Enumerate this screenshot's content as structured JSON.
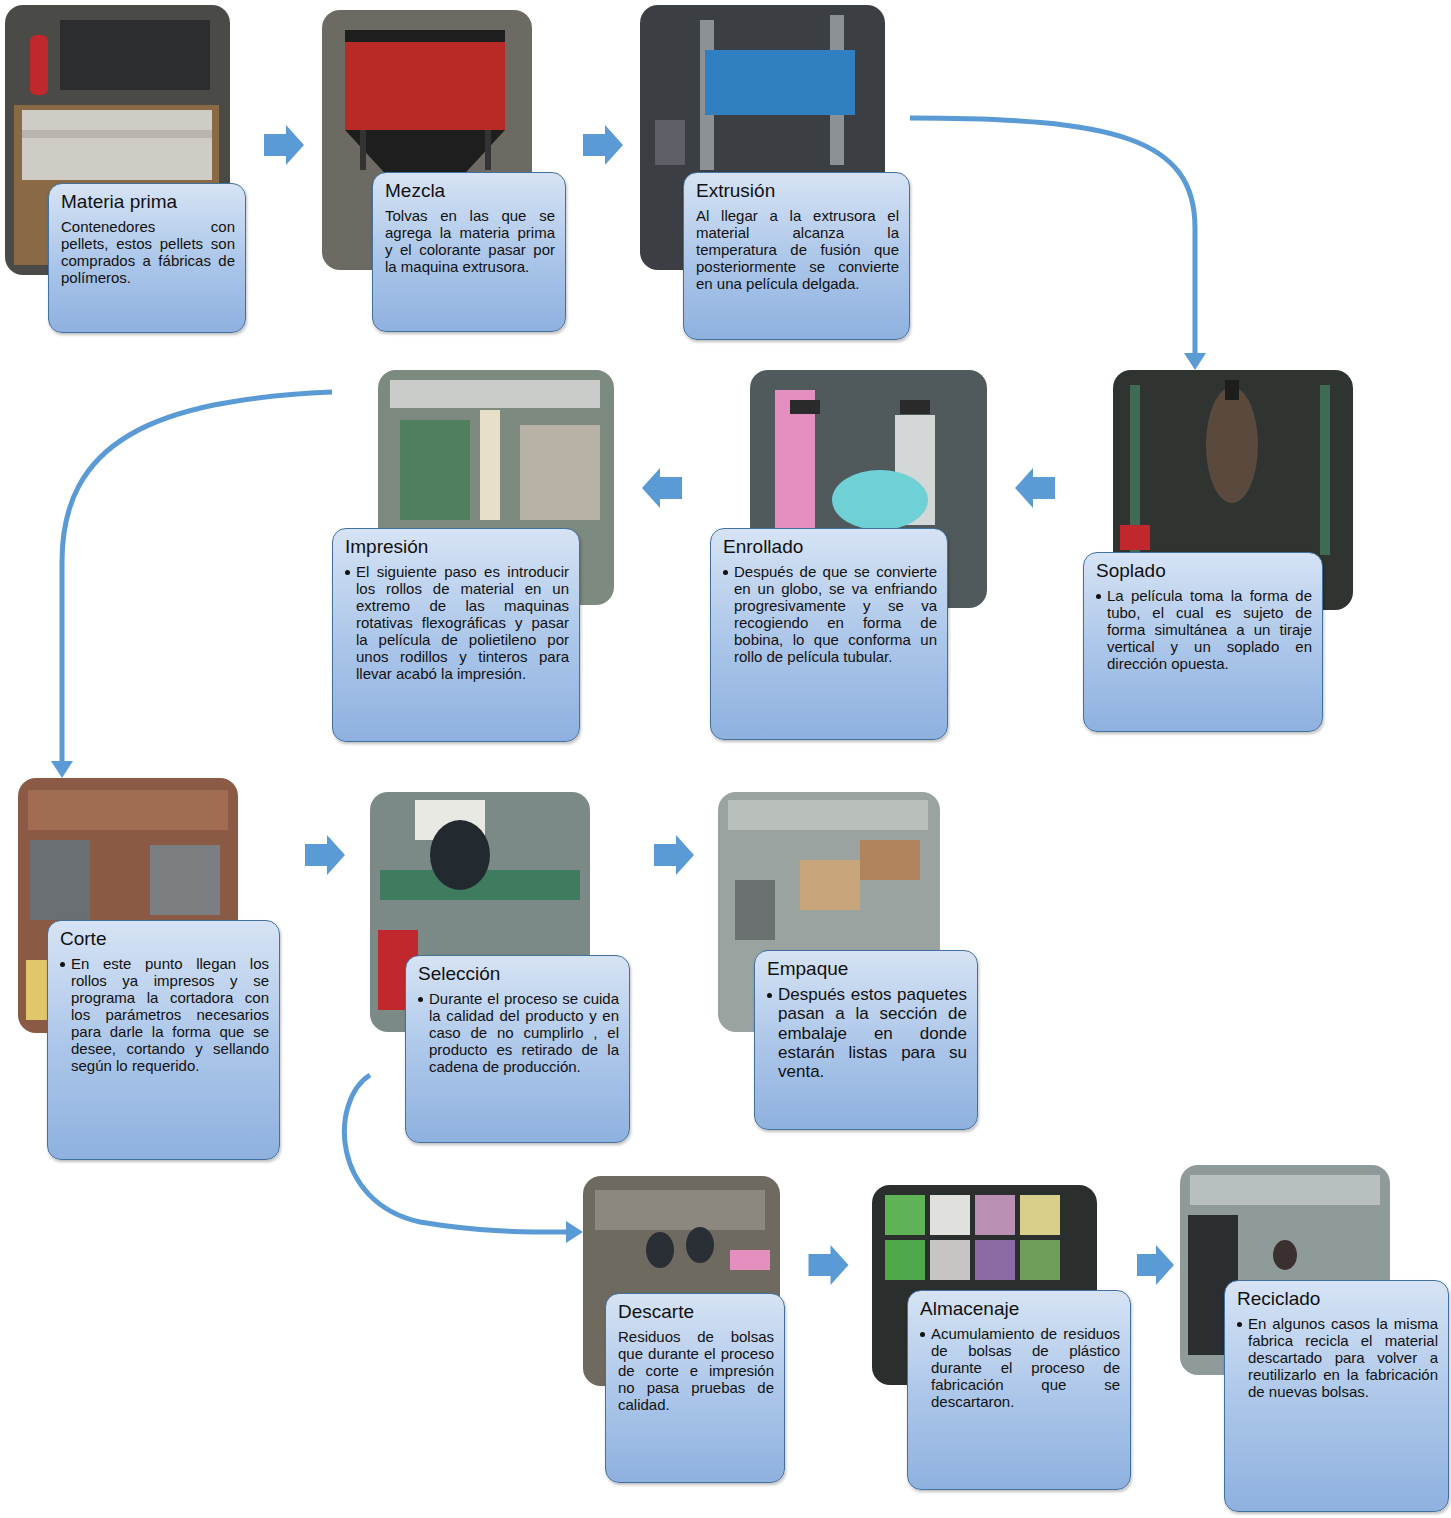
{
  "diagram": {
    "nodes": [
      {
        "text": [
          "Materia prima",
          "Contenedores con pellets, estos pellets son comprados a fábricas de polímeros."
        ]
      },
      {
        "text": [
          "Mezcla",
          "Tolvas en las que se agrega la materia prima y el colorante pasar por la maquina extrusora."
        ]
      },
      {
        "text": [
          "Extrusión",
          "Al llegar a la extrusora el material alcanza la temperatura de fusión que posteriormente se convierte en una película delgada."
        ]
      },
      {
        "text": [
          "Soplado",
          "La película toma la forma de tubo, el cual es sujeto de forma simultánea a un tiraje vertical y un soplado en dirección opuesta."
        ]
      },
      {
        "text": [
          "Enrollado",
          "Después de que se convierte en un globo, se va enfriando progresivamente y se va recogiendo en forma de bobina, lo que conforma un rollo de película tubular."
        ]
      },
      {
        "text": [
          "Impresión",
          "El siguiente paso es introducir los rollos de material en un extremo de las maquinas rotativas flexográficas y pasar la película de polietileno por unos rodillos y tinteros para llevar acabó la impresión."
        ]
      },
      {
        "text": [
          "Corte",
          "En este punto llegan los rollos ya impresos y se programa la cortadora con los parámetros necesarios para darle la forma que se desee, cortando y sellando según lo requerido."
        ]
      },
      {
        "text": [
          "Selección",
          "Durante el proceso se cuida la calidad del producto y en caso de no cumplirlo , el producto es retirado de la cadena de producción."
        ]
      },
      {
        "text": [
          "Empaque",
          "Después estos paquetes pasan a la sección de embalaje en donde estarán listas para su venta."
        ]
      },
      {
        "text": [
          "Descarte",
          "Residuos de bolsas que durante el proceso de corte e impresión no pasa pruebas de calidad."
        ]
      },
      {
        "text": [
          "Almacenaje",
          "Acumulamiento de residuos de bolsas de plástico durante el proceso de fabricación que se descartaron."
        ]
      },
      {
        "text": [
          "Reciclado",
          "En algunos casos la misma fabrica recicla el material descartado para volver a reutilizarlo en la fabricación de nuevas bolsas."
        ]
      }
    ],
    "edges": [
      {
        "from": 0,
        "to": 1,
        "arrow": "to"
      },
      {
        "from": 1,
        "to": 2,
        "arrow": "to"
      },
      {
        "from": 2,
        "to": 3,
        "arrow": "to"
      },
      {
        "from": 3,
        "to": 4,
        "arrow": "to"
      },
      {
        "from": 4,
        "to": 5,
        "arrow": "to"
      },
      {
        "from": 5,
        "to": 6,
        "arrow": "to"
      },
      {
        "from": 6,
        "to": 7,
        "arrow": "to"
      },
      {
        "from": 7,
        "to": 8,
        "arrow": "to"
      },
      {
        "from": 7,
        "to": 9,
        "arrow": "to"
      },
      {
        "from": 9,
        "to": 10,
        "arrow": "to"
      },
      {
        "from": 10,
        "to": 11,
        "arrow": "to"
      }
    ]
  }
}
